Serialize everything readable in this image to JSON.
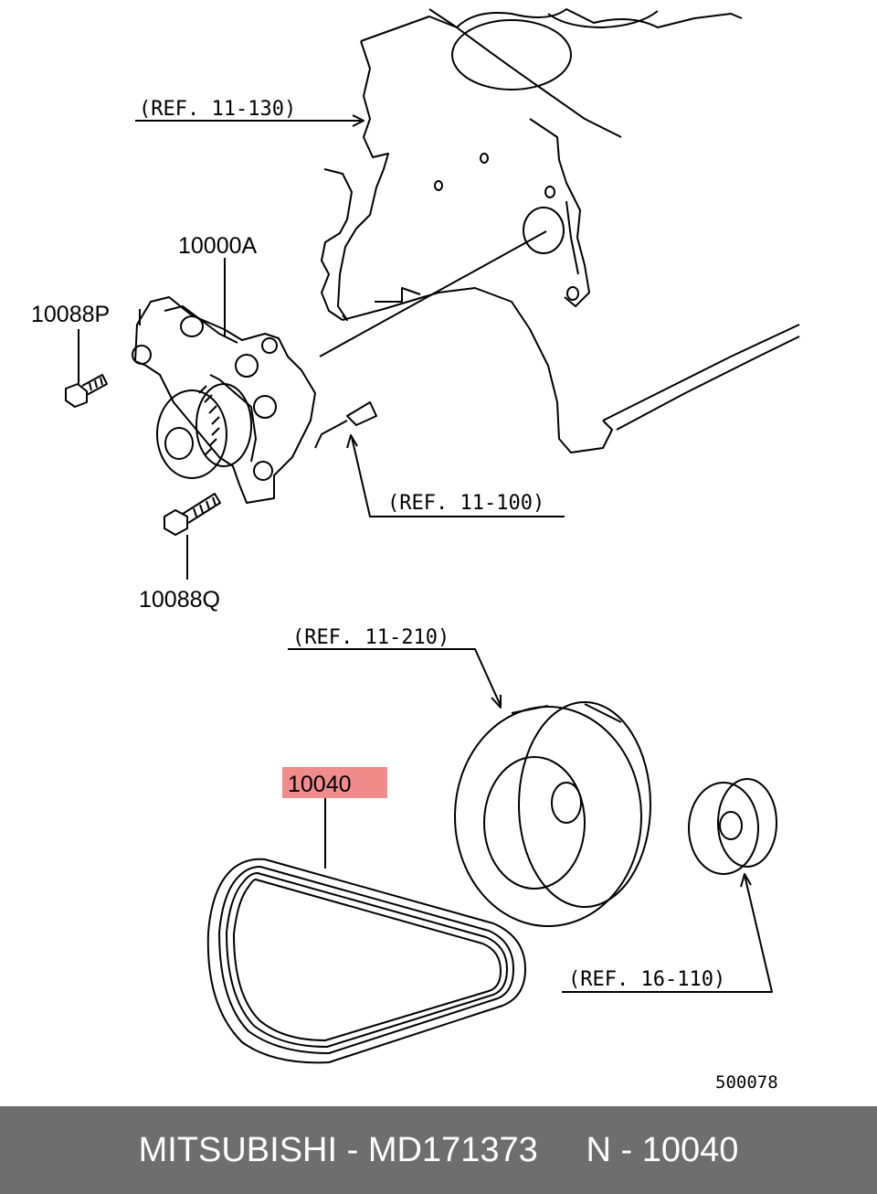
{
  "labels": {
    "ref_11_130": "(REF. 11-130)",
    "ref_11_100": "(REF. 11-100)",
    "ref_11_210": "(REF. 11-210)",
    "ref_16_110": "(REF. 16-110)",
    "part_water_pump": "10000A",
    "part_bolt_p": "10088P",
    "part_bolt_q": "10088Q",
    "part_belt": "10040",
    "diagram_code": "500078"
  },
  "highlight_color": "#f08c8c",
  "footer": {
    "brand": "MITSUBISHI",
    "separator": " - ",
    "part_number": "MD171373",
    "gap": "     ",
    "ref": "N - 10040",
    "background": "#6e6e6e"
  }
}
